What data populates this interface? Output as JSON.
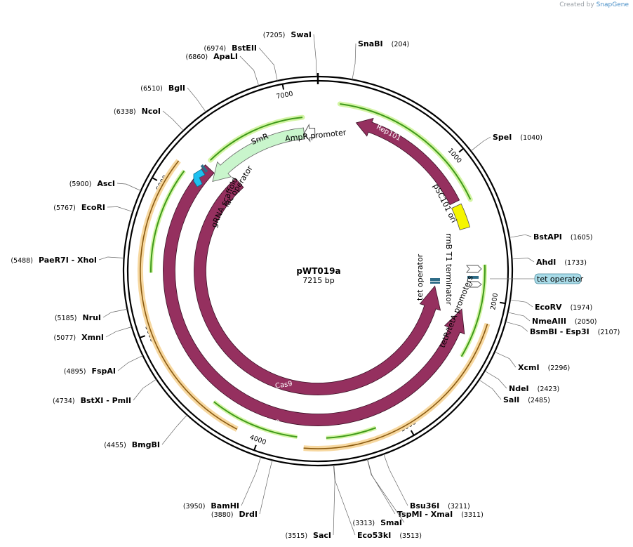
{
  "credit": {
    "prefix": "Created by",
    "brand": "SnapGene"
  },
  "plasmid": {
    "name": "pWT019a",
    "size_label": "7215 bp",
    "length": 7215
  },
  "ticks": [
    {
      "pos": 1000,
      "label": "1000"
    },
    {
      "pos": 2000,
      "label": "2000"
    },
    {
      "pos": 3000,
      "label": "3000"
    },
    {
      "pos": 4000,
      "label": "4000"
    },
    {
      "pos": 5000,
      "label": "5000"
    },
    {
      "pos": 6000,
      "label": "6000"
    },
    {
      "pos": 7000,
      "label": "7000"
    }
  ],
  "sites": [
    {
      "name": "SnaBI",
      "pos_label": "(204)",
      "pos": 204,
      "side": "right"
    },
    {
      "name": "SpeI",
      "pos_label": "(1040)",
      "pos": 1040,
      "side": "right"
    },
    {
      "name": "BstAPI",
      "pos_label": "(1605)",
      "pos": 1605,
      "side": "right"
    },
    {
      "name": "AhdI",
      "pos_label": "(1733)",
      "pos": 1733,
      "side": "right"
    },
    {
      "name": "EcoRV",
      "pos_label": "(1974)",
      "pos": 1974,
      "side": "right"
    },
    {
      "name": "NmeAIII",
      "pos_label": "(2050)",
      "pos": 2050,
      "side": "right"
    },
    {
      "name": "BsmBI  - Esp3I",
      "pos_label": "(2107)",
      "pos": 2107,
      "side": "right"
    },
    {
      "name": "XcmI",
      "pos_label": "(2296)",
      "pos": 2296,
      "side": "right"
    },
    {
      "name": "NdeI",
      "pos_label": "(2423)",
      "pos": 2423,
      "side": "right"
    },
    {
      "name": "SalI",
      "pos_label": "(2485)",
      "pos": 2485,
      "side": "right"
    },
    {
      "name": "Bsu36I",
      "pos_label": "(3211)",
      "pos": 3211,
      "side": "right"
    },
    {
      "name": "TspMI  - XmaI",
      "pos_label": "(3311)",
      "pos": 3311,
      "side": "right"
    },
    {
      "name": "SmaI",
      "pos_label": "(3313)",
      "pos": 3313,
      "side": "left"
    },
    {
      "name": "Eco53kI",
      "pos_label": "(3513)",
      "pos": 3513,
      "side": "right"
    },
    {
      "name": "SacI",
      "pos_label": "(3515)",
      "pos": 3515,
      "side": "left"
    },
    {
      "name": "DrdI",
      "pos_label": "(3880)",
      "pos": 3880,
      "side": "left"
    },
    {
      "name": "BamHI",
      "pos_label": "(3950)",
      "pos": 3950,
      "side": "left"
    },
    {
      "name": "BmgBI",
      "pos_label": "(4455)",
      "pos": 4455,
      "side": "left"
    },
    {
      "name": "BstXI  - PmlI",
      "pos_label": "(4734)",
      "pos": 4734,
      "side": "left"
    },
    {
      "name": "FspAI",
      "pos_label": "(4895)",
      "pos": 4895,
      "side": "left"
    },
    {
      "name": "XmnI",
      "pos_label": "(5077)",
      "pos": 5077,
      "side": "left"
    },
    {
      "name": "NruI",
      "pos_label": "(5185)",
      "pos": 5185,
      "side": "left"
    },
    {
      "name": "PaeR7I  - XhoI",
      "pos_label": "(5488)",
      "pos": 5488,
      "side": "left"
    },
    {
      "name": "EcoRI",
      "pos_label": "(5767)",
      "pos": 5767,
      "side": "left"
    },
    {
      "name": "AscI",
      "pos_label": "(5900)",
      "pos": 5900,
      "side": "left"
    },
    {
      "name": "NcoI",
      "pos_label": "(6338)",
      "pos": 6338,
      "side": "left"
    },
    {
      "name": "BglI",
      "pos_label": "(6510)",
      "pos": 6510,
      "side": "left"
    },
    {
      "name": "ApaLI",
      "pos_label": "(6860)",
      "pos": 6860,
      "side": "left"
    },
    {
      "name": "BstEII",
      "pos_label": "(6974)",
      "pos": 6974,
      "side": "left"
    },
    {
      "name": "SwaI",
      "pos_label": "(7205)",
      "pos": 7205,
      "side": "left"
    }
  ],
  "features": [
    {
      "name": "Rep101",
      "start": 280,
      "end": 1250,
      "dir": "rev",
      "type": "cds",
      "color": "#95305f"
    },
    {
      "name": "pSC101 ori",
      "start": 1260,
      "end": 1480,
      "dir": "none",
      "type": "ori",
      "color": "#f5f500"
    },
    {
      "name": "AmpR promoter",
      "start": 7110,
      "end": 7200,
      "dir": "rev",
      "type": "promoter",
      "color": "#ffffff"
    },
    {
      "name": "SmR",
      "start": 6300,
      "end": 7100,
      "dir": "rev",
      "type": "marker",
      "color": "#c9f5cc"
    },
    {
      "name": "lac operator",
      "start": 6250,
      "end": 6272,
      "dir": "none",
      "type": "operator",
      "color": "#2f6d88"
    },
    {
      "name": "gRNA scaffold",
      "start": 6150,
      "end": 6230,
      "dir": "rev",
      "type": "misc",
      "color": "#1ec0f0"
    },
    {
      "name": "Cas9",
      "start": 2000,
      "end": 6200,
      "dir": "rev",
      "type": "cds",
      "color": "#95305f"
    },
    {
      "name": "Cas9",
      "start": 1800,
      "end": 5980,
      "dir": "rev",
      "type": "cds",
      "color": "#95305f"
    },
    {
      "name": "rrnB T1 terminator",
      "start": 1720,
      "end": 1790,
      "dir": "rev",
      "type": "terminator",
      "color": "#ffffff"
    },
    {
      "name": "tetR/tetA promoters",
      "start": 1790,
      "end": 1870,
      "dir": "rev",
      "type": "promoter",
      "color": "#ffffff"
    },
    {
      "name": "tet operator",
      "start": 1840,
      "end": 1865,
      "dir": "none",
      "type": "operator",
      "color": "#2f6d88"
    },
    {
      "name": "tet operator",
      "start": 1900,
      "end": 1925,
      "dir": "none",
      "type": "operator",
      "color": "#2f6d88"
    }
  ],
  "callout": {
    "label": "tet operator",
    "color": "#a8dbe8"
  }
}
